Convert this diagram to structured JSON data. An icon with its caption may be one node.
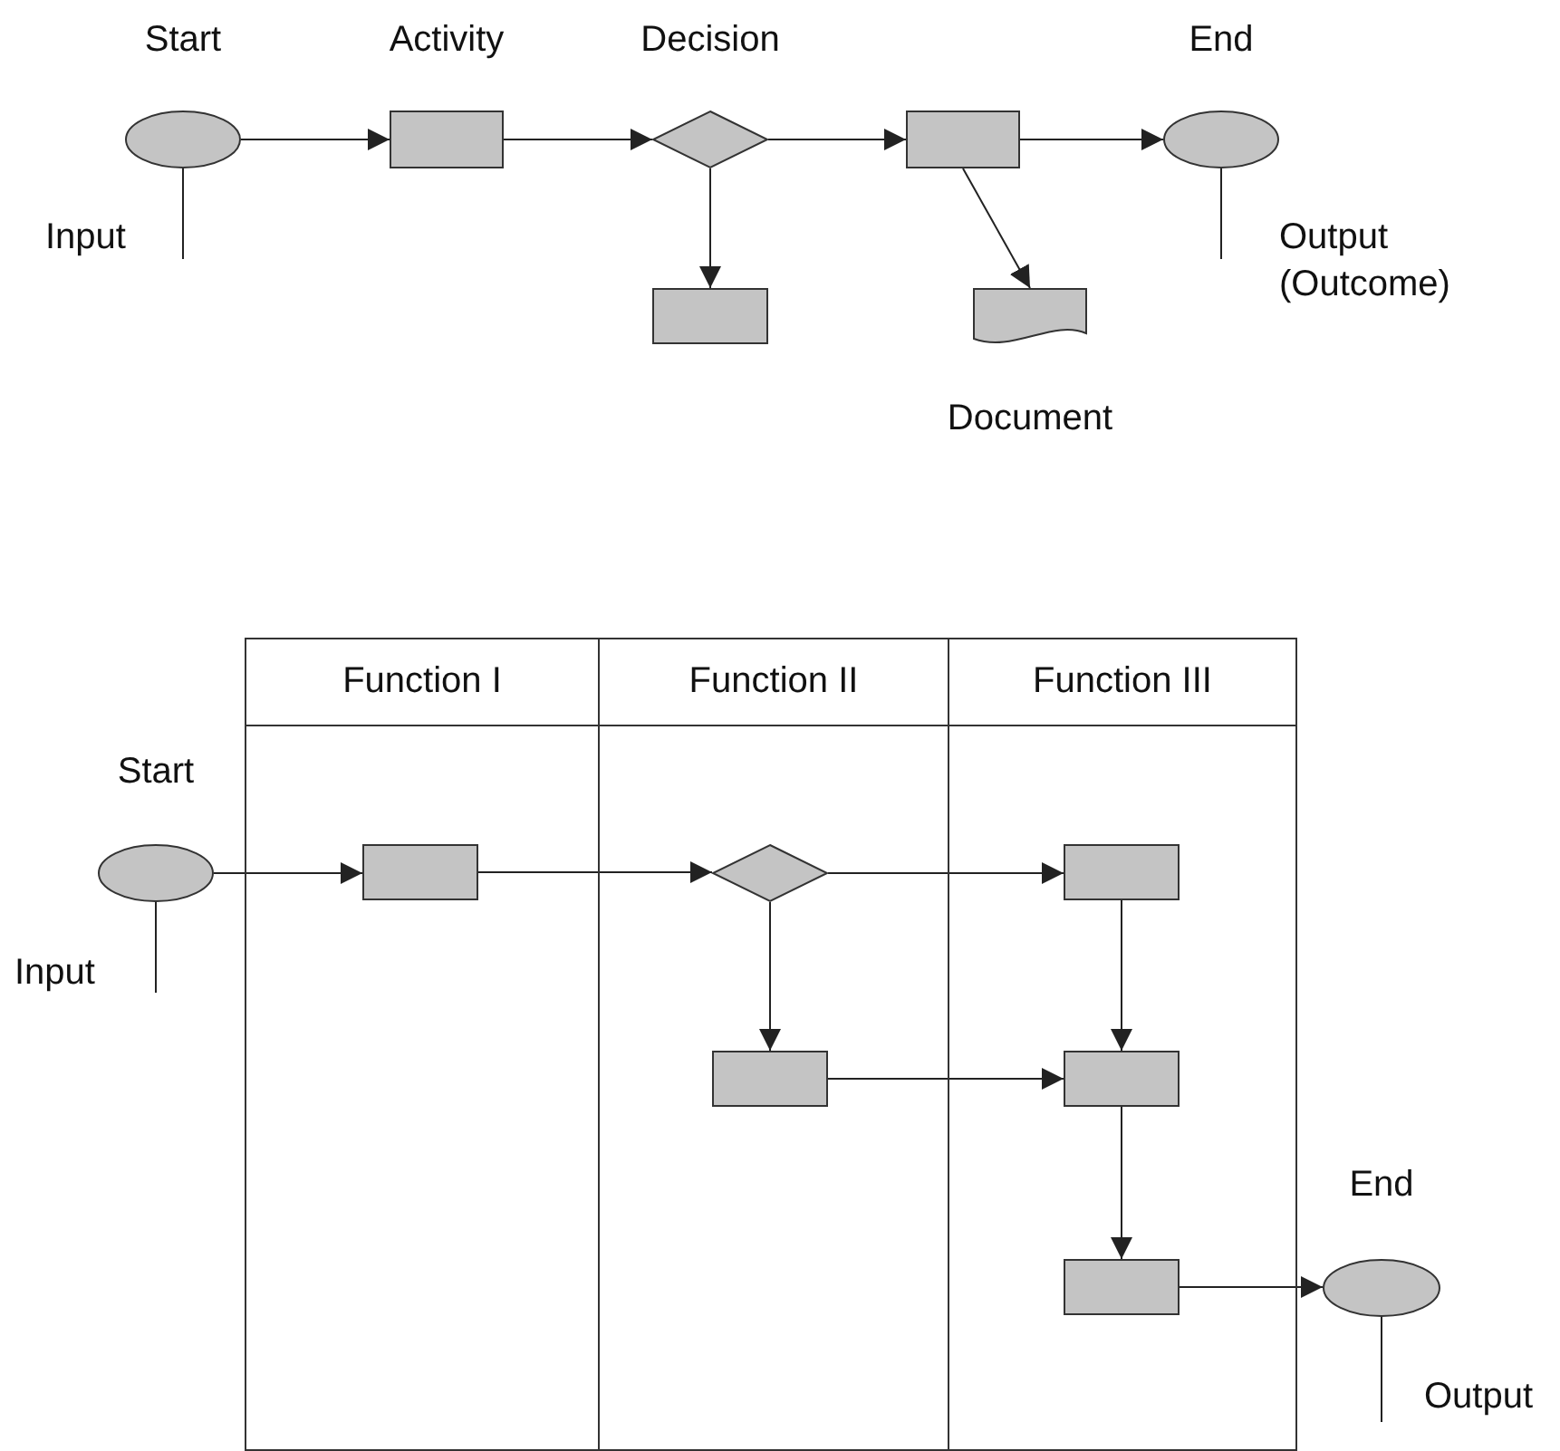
{
  "diagram": {
    "nodes": [
      {
        "text": [
          "Start"
        ]
      },
      {
        "text": [
          "Input"
        ]
      },
      {
        "text": [
          "Activity"
        ]
      },
      {
        "text": [
          "Decision"
        ]
      },
      {
        "text": [],
        "shape": "box"
      },
      {
        "text": [],
        "shape": "box"
      },
      {
        "text": [
          "Document"
        ]
      },
      {
        "text": [
          "End"
        ]
      },
      {
        "text": [
          "Output (Outcome)"
        ]
      },
      {
        "text": [
          "Start"
        ]
      },
      {
        "text": [
          "Input"
        ]
      },
      {
        "text": [
          "Function I"
        ]
      },
      {
        "text": [
          "Function II"
        ]
      },
      {
        "text": [
          "Function III"
        ]
      },
      {
        "text": [],
        "shape": "box",
        "in": 11
      },
      {
        "text": [],
        "shape": "diamond",
        "in": 12
      },
      {
        "text": [],
        "shape": "box",
        "in": 13
      },
      {
        "text": [],
        "shape": "box",
        "in": 12
      },
      {
        "text": [],
        "shape": "box",
        "in": 13
      },
      {
        "text": [],
        "shape": "box",
        "in": 13
      },
      {
        "text": [
          "End"
        ]
      },
      {
        "text": [
          "Output"
        ]
      }
    ],
    "edges": [
      {
        "from": 0,
        "to": 2,
        "arrow": "to"
      },
      {
        "from": 2,
        "to": 3,
        "arrow": "to"
      },
      {
        "from": 3,
        "to": 4,
        "arrow": "to"
      },
      {
        "from": 3,
        "to": 5,
        "arrow": "to"
      },
      {
        "from": 4,
        "to": 6,
        "arrow": "to"
      },
      {
        "from": 4,
        "to": 7,
        "arrow": "to"
      },
      {
        "from": 1,
        "to": 0,
        "arrow": "none"
      },
      {
        "from": 8,
        "to": 7,
        "arrow": "none"
      },
      {
        "from": 9,
        "to": 14,
        "arrow": "to"
      },
      {
        "from": 14,
        "to": 15,
        "arrow": "to"
      },
      {
        "from": 15,
        "to": 16,
        "arrow": "to"
      },
      {
        "from": 15,
        "to": 17,
        "arrow": "to"
      },
      {
        "from": 16,
        "to": 18,
        "arrow": "to"
      },
      {
        "from": 17,
        "to": 18,
        "arrow": "to"
      },
      {
        "from": 18,
        "to": 19,
        "arrow": "to"
      },
      {
        "from": 19,
        "to": 20,
        "arrow": "to"
      },
      {
        "from": 10,
        "to": 9,
        "arrow": "none"
      },
      {
        "from": 21,
        "to": 20,
        "arrow": "none"
      }
    ]
  }
}
